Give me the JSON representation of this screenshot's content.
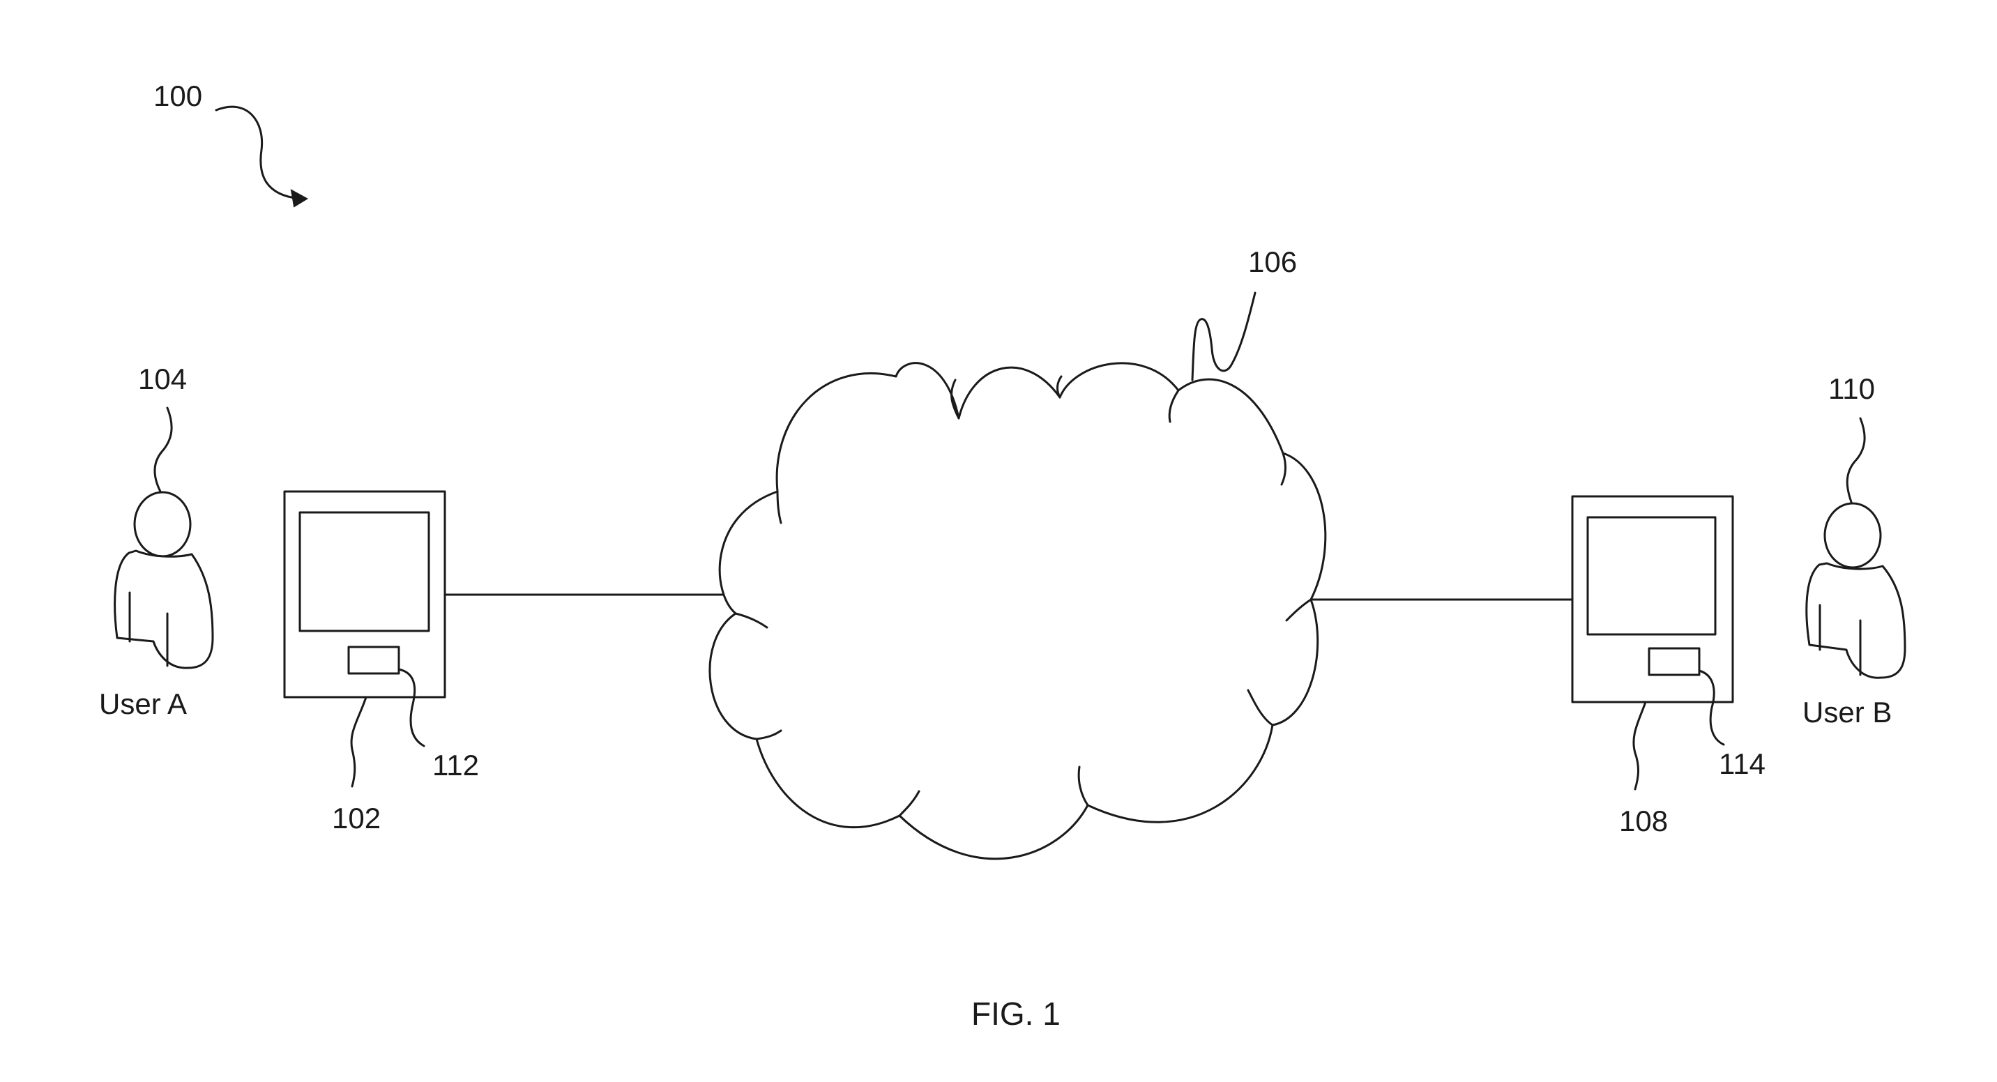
{
  "diagram": {
    "figure_ref": "100",
    "caption": "FIG. 1",
    "network": {
      "ref": "106"
    },
    "user_a": {
      "ref": "104",
      "label": "User A"
    },
    "user_b": {
      "ref": "110",
      "label": "User B"
    },
    "device_a": {
      "ref": "102",
      "component_ref": "112"
    },
    "device_b": {
      "ref": "108",
      "component_ref": "114"
    },
    "connections": [
      {
        "from": "102",
        "to": "106"
      },
      {
        "from": "106",
        "to": "108"
      }
    ]
  }
}
